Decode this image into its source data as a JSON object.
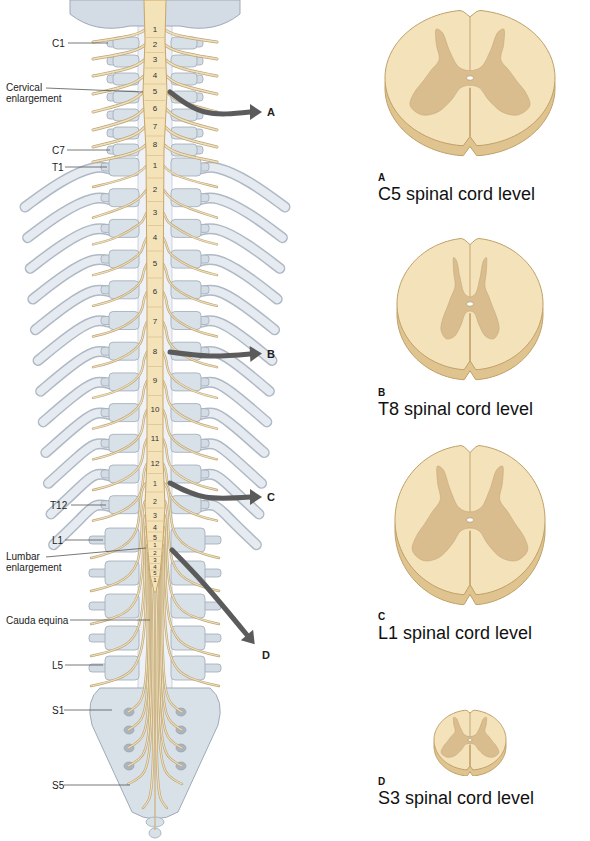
{
  "diagram": {
    "nodes": [
      {
        "text": [
          "A",
          "C5 spinal cord level"
        ]
      },
      {
        "text": [
          "B",
          "T8 spinal cord level"
        ]
      },
      {
        "text": [
          "C",
          "L1 spinal cord level"
        ]
      },
      {
        "text": [
          "D",
          "S3 spinal cord level"
        ]
      }
    ],
    "labels": [
      "C1",
      "Cervical enlargement",
      "C7",
      "T1",
      "T12",
      "L1",
      "Lumbar enlargement",
      "Cauda equina",
      "L5",
      "S1",
      "S5",
      "1",
      "2",
      "3",
      "4",
      "5",
      "6",
      "7",
      "8",
      "1",
      "2",
      "3",
      "4",
      "5",
      "6",
      "7",
      "8",
      "9",
      "10",
      "11",
      "12",
      "1",
      "2",
      "3",
      "4",
      "5",
      "1",
      "2",
      "3",
      "4",
      "5",
      "1",
      "A",
      "B",
      "C",
      "D"
    ]
  }
}
